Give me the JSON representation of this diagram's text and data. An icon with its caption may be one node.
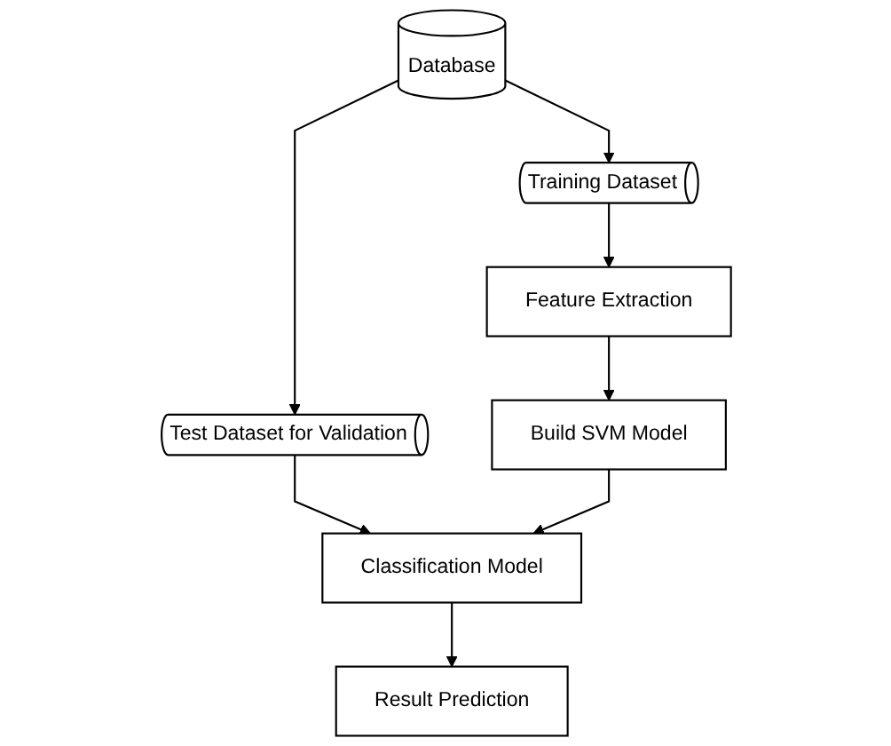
{
  "diagram": {
    "nodes": [
      {
        "text": [
          "Database"
        ]
      },
      {
        "text": [
          "Training Dataset"
        ]
      },
      {
        "text": [
          "Test Dataset for Validation"
        ]
      },
      {
        "text": [
          "Feature Extraction"
        ]
      },
      {
        "text": [
          "Build SVM Model"
        ]
      },
      {
        "text": [
          "Classification Model"
        ]
      },
      {
        "text": [
          "Result Prediction"
        ]
      }
    ],
    "edges": [
      {
        "from": 0,
        "to": 1,
        "arrow": "to"
      },
      {
        "from": 0,
        "to": 2,
        "arrow": "to"
      },
      {
        "from": 1,
        "to": 3,
        "arrow": "to"
      },
      {
        "from": 3,
        "to": 4,
        "arrow": "to"
      },
      {
        "from": 2,
        "to": 5,
        "arrow": "to"
      },
      {
        "from": 4,
        "to": 5,
        "arrow": "to"
      },
      {
        "from": 5,
        "to": 6,
        "arrow": "to"
      }
    ]
  }
}
